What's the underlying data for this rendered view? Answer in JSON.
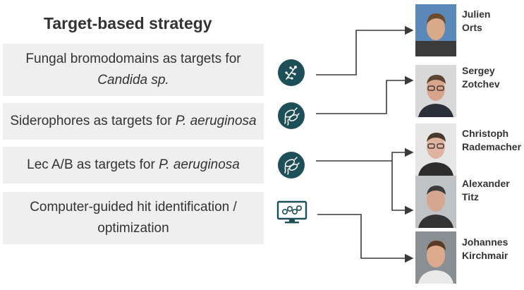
{
  "title": "Target-based strategy",
  "strategies": [
    {
      "text": "Fungal bromodomains as targets for",
      "italic": "Candida sp.",
      "icon": "fungus-icon"
    },
    {
      "text": "Siderophores as targets for",
      "italic": "P. aeruginosa",
      "icon": "bacteria-icon"
    },
    {
      "text": "Lec A/B as targets for",
      "italic": "P. aeruginosa",
      "icon": "bacteria-icon"
    },
    {
      "text": "Computer-guided hit identification /",
      "text2": "optimization",
      "icon": "computer-molecule-icon"
    }
  ],
  "people": [
    {
      "first": "Julien",
      "last": "Orts"
    },
    {
      "first": "Sergey",
      "last": "Zotchev"
    },
    {
      "first": "Christoph",
      "last": "Rademacher"
    },
    {
      "first": "Alexander",
      "last": "Titz"
    },
    {
      "first": "Johannes",
      "last": "Kirchmair"
    }
  ],
  "colors": {
    "icon_bg": "#1d4f58",
    "box_bg": "#efefef",
    "text": "#333333",
    "line": "#3a3a3a"
  }
}
